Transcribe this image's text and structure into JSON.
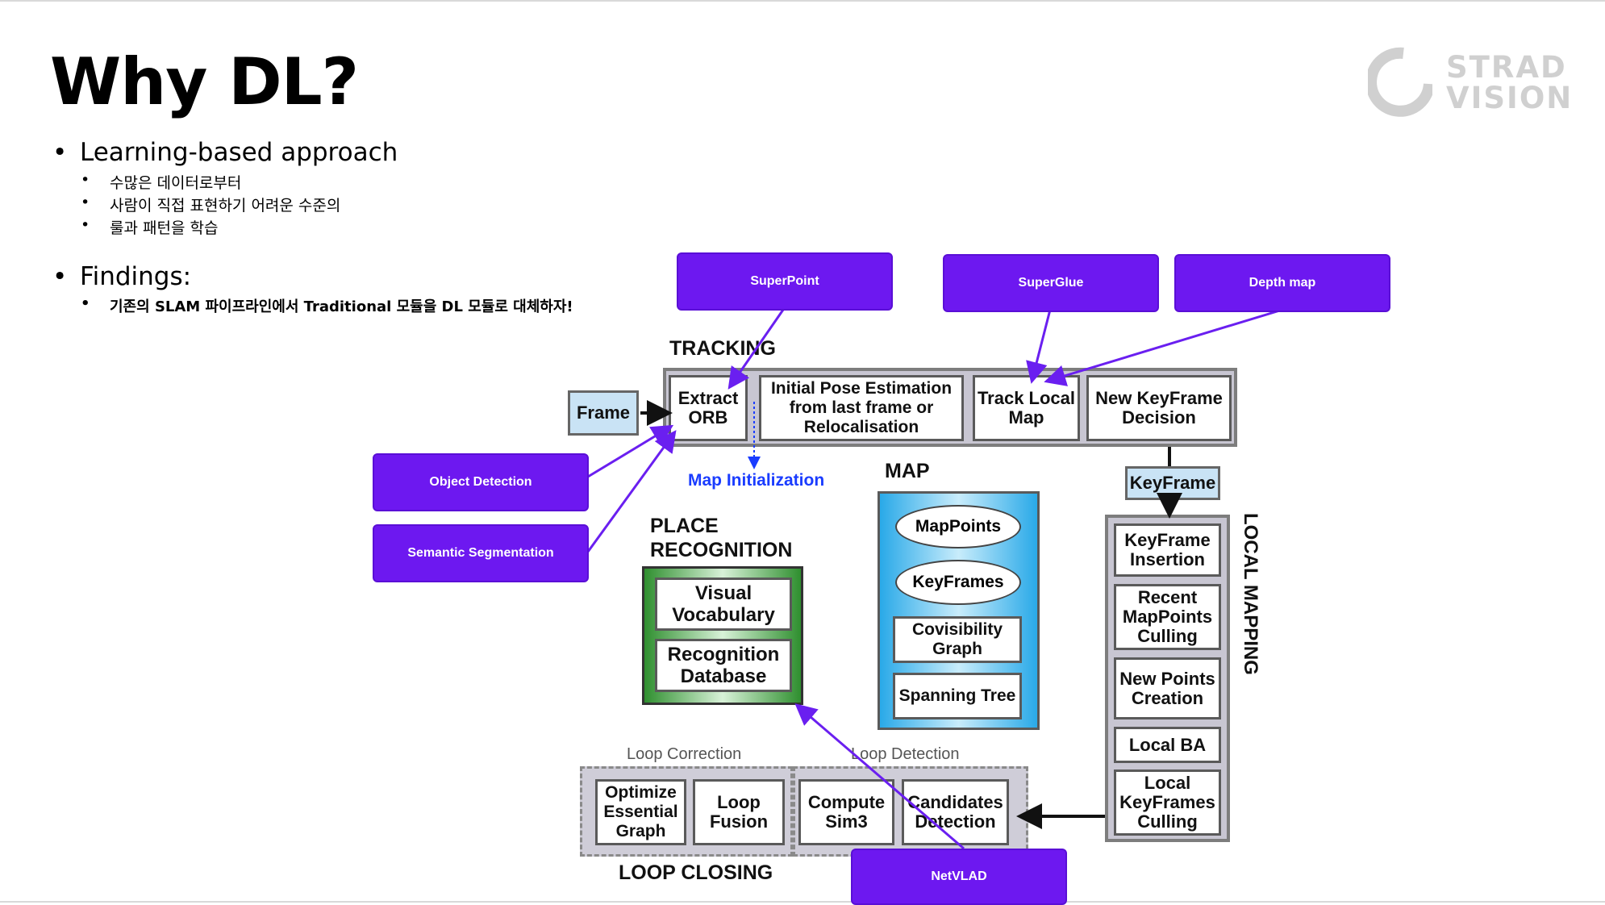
{
  "slide": {
    "title": "Why DL?",
    "bullets": [
      {
        "text": "Learning-based approach",
        "subs": [
          "수많은 데이터로부터",
          "사람이 직접 표현하기 어려운 수준의",
          "룰과 패턴을 학습"
        ]
      },
      {
        "text": "Findings:",
        "subs": [
          "기존의 SLAM 파이프라인에서 Traditional 모듈을 DL 모듈로 대체하자!"
        ]
      }
    ],
    "logo": {
      "line1": "STRAD",
      "line2": "VISION"
    }
  },
  "callouts": {
    "superpoint": "SuperPoint",
    "superglue": "SuperGlue",
    "depth_map": "Depth map",
    "object_detection": "Object Detection",
    "semantic_segmentation": "Semantic Segmentation",
    "netvlad": "NetVLAD"
  },
  "diagram": {
    "tracking": {
      "title": "TRACKING",
      "frame": "Frame",
      "extract_orb": "Extract ORB",
      "initial_pose": "Initial Pose Estimation from last frame or Relocalisation",
      "track_local_map": "Track Local Map",
      "new_keyframe_decision": "New KeyFrame Decision"
    },
    "map_initialization": "Map Initialization",
    "map": {
      "title": "MAP",
      "mappoints": "MapPoints",
      "keyframes": "KeyFrames",
      "covisibility_graph": "Covisibility Graph",
      "spanning_tree": "Spanning Tree"
    },
    "place_recognition": {
      "title_line1": "PLACE",
      "title_line2": "RECOGNITION",
      "visual_vocabulary": "Visual Vocabulary",
      "recognition_database": "Recognition Database"
    },
    "keyframe": "KeyFrame",
    "local_mapping": {
      "title": "LOCAL MAPPING",
      "keyframe_insertion": "KeyFrame Insertion",
      "recent_mappoints_culling": "Recent MapPoints Culling",
      "new_points_creation": "New Points Creation",
      "local_ba": "Local BA",
      "local_keyframes_culling": "Local KeyFrames Culling"
    },
    "loop_closing": {
      "title": "LOOP CLOSING",
      "loop_correction": "Loop Correction",
      "loop_detection": "Loop Detection",
      "optimize_essential_graph": "Optimize Essential Graph",
      "loop_fusion": "Loop Fusion",
      "compute_sim3": "Compute Sim3",
      "candidates_detection": "Candidates Detection"
    }
  },
  "colors": {
    "callout": "#6d18f0",
    "arrow": "#6a1ff0",
    "map_init": "#1a3cff",
    "map_panel": "#29a9e8",
    "place_panel": "#2f8f2f",
    "frame_fill": "#c9e3f5",
    "group_fill": "#c8c6d2"
  }
}
